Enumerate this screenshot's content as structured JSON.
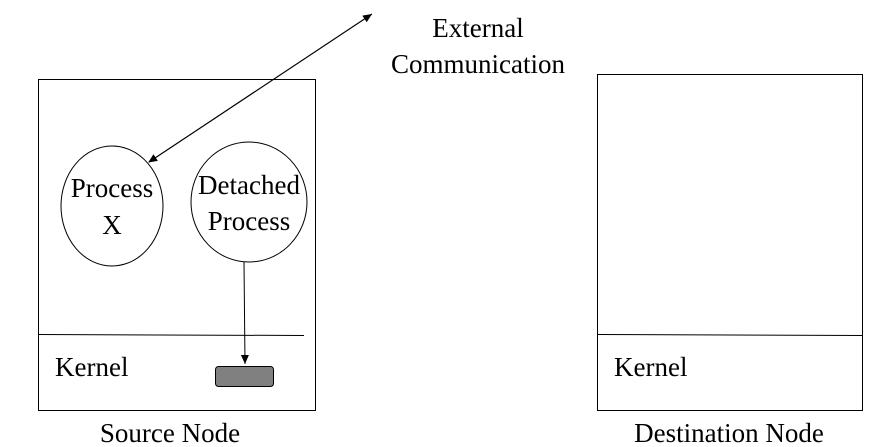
{
  "external": {
    "line1": "External",
    "line2": "Communication"
  },
  "source_node": {
    "label": "Source Node",
    "kernel_label": "Kernel",
    "process_x": {
      "line1": "Process",
      "line2": "X"
    },
    "detached_process": {
      "line1": "Detached",
      "line2": "Process"
    }
  },
  "destination_node": {
    "label": "Destination Node",
    "kernel_label": "Kernel"
  },
  "colors": {
    "line": "#000000",
    "background": "#ffffff",
    "kernel_block": "#808080"
  }
}
